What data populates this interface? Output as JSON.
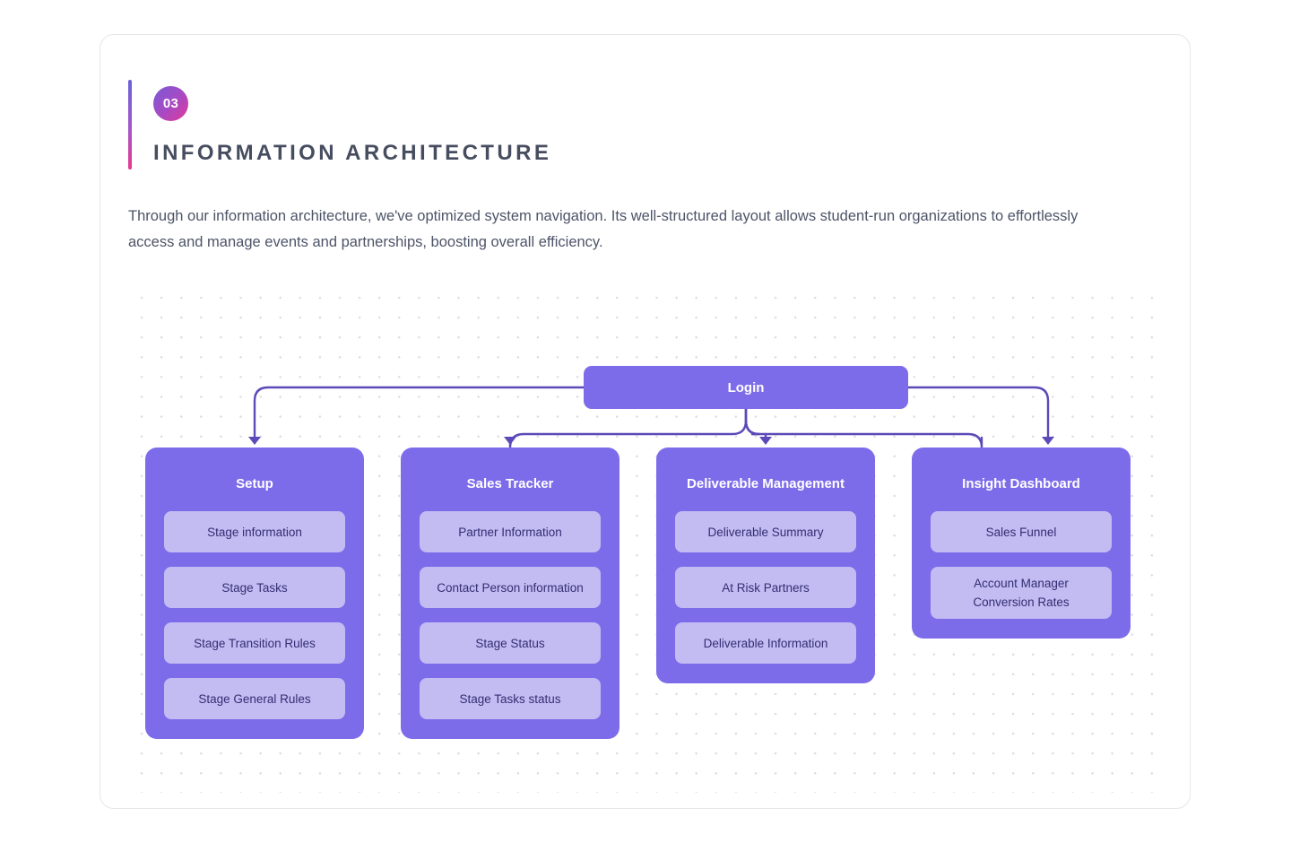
{
  "header": {
    "badge_number": "03",
    "title": "INFORMATION ARCHITECTURE",
    "accent_gradient_start": "#6a63d8",
    "accent_gradient_end": "#e8398f"
  },
  "intro": {
    "paragraph": "Through our information architecture, we've optimized system navigation. Its well-structured layout allows student-run organizations to effortlessly access and manage events and partnerships, boosting overall efficiency."
  },
  "diagram": {
    "root": {
      "label": "Login"
    },
    "node_color": "#7c6cea",
    "pill_color": "#c3bcf2",
    "pill_text_color": "#322e73",
    "wire_color": "#5b4ab8",
    "columns": [
      {
        "title": "Setup",
        "items": [
          "Stage information",
          "Stage Tasks",
          "Stage Transition Rules",
          "Stage General Rules"
        ]
      },
      {
        "title": "Sales Tracker",
        "items": [
          "Partner Information",
          "Contact Person information",
          "Stage Status",
          "Stage Tasks status"
        ]
      },
      {
        "title": "Deliverable Management",
        "items": [
          "Deliverable Summary",
          "At Risk Partners",
          "Deliverable Information"
        ]
      },
      {
        "title": "Insight Dashboard",
        "items": [
          "Sales Funnel",
          "Account Manager Conversion Rates"
        ]
      }
    ]
  }
}
